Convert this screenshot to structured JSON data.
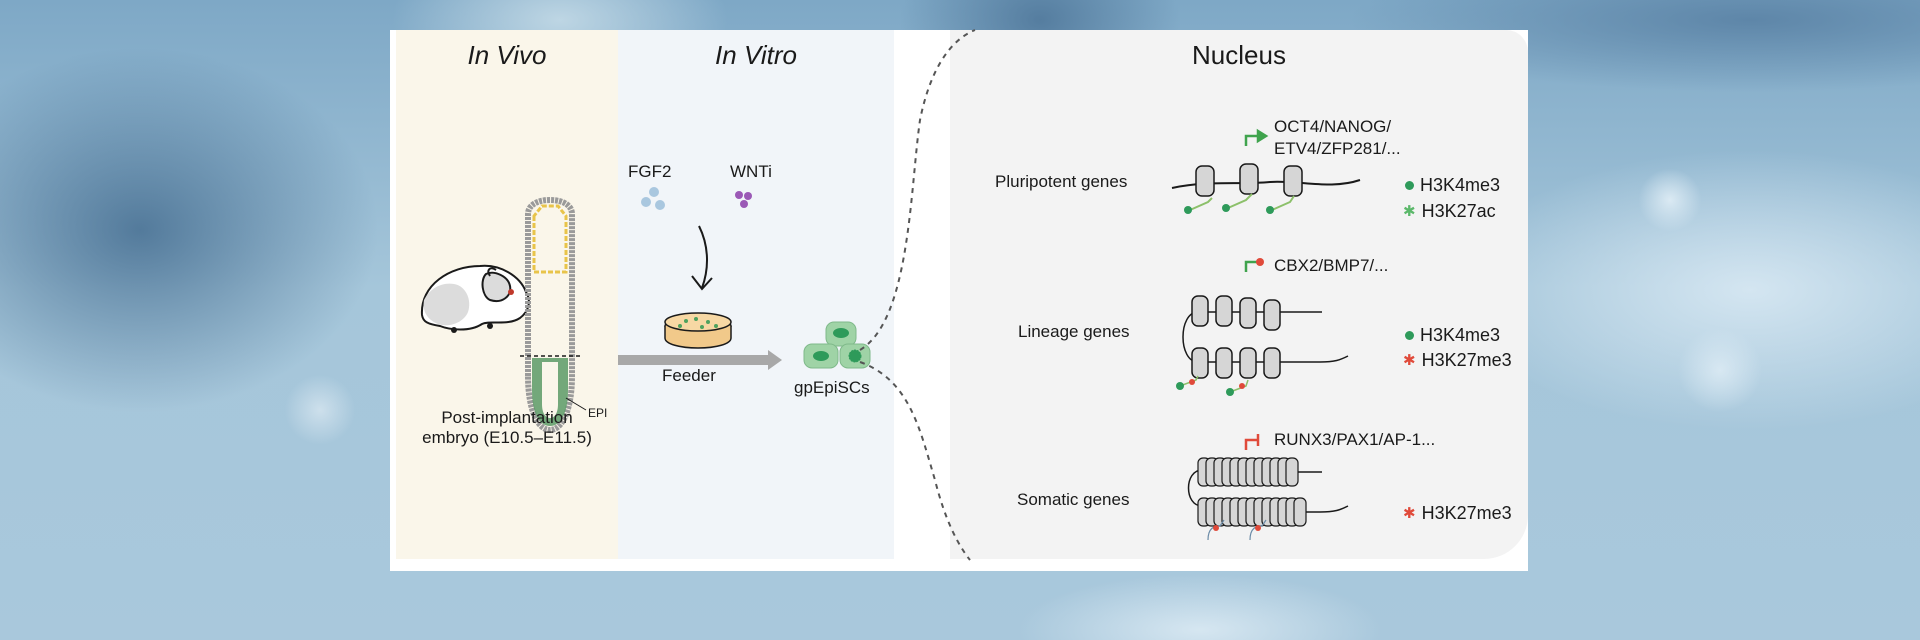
{
  "panels": {
    "in_vivo": {
      "title": "In Vivo",
      "embryo_label_line1": "Post-implantation",
      "embryo_label_line2": "embryo (E10.5–E11.5)",
      "epi_label": "EPI"
    },
    "in_vitro": {
      "title": "In Vitro",
      "factor_1": "FGF2",
      "factor_2": "WNTi",
      "feeder_label": "Feeder",
      "cells_label": "gpEpiSCs"
    },
    "nucleus": {
      "title": "Nucleus",
      "rows": [
        {
          "category": "Pluripotent genes",
          "genes_line1": "OCT4/NANOG/",
          "genes_line2": "ETV4/ZFP281/...",
          "state": "active",
          "marks": [
            {
              "symbol": "dot",
              "label": "H3K4me3",
              "color": "#2e9a5a"
            },
            {
              "symbol": "star",
              "label": "H3K27ac",
              "color": "#5bb86a"
            }
          ]
        },
        {
          "category": "Lineage genes",
          "genes_line1": "CBX2/BMP7/...",
          "state": "bivalent",
          "marks": [
            {
              "symbol": "dot",
              "label": "H3K4me3",
              "color": "#2e9a5a"
            },
            {
              "symbol": "star",
              "label": "H3K27me3",
              "color": "#e04a3a"
            }
          ]
        },
        {
          "category": "Somatic genes",
          "genes_line1": "RUNX3/PAX1/AP-1...",
          "state": "repressed",
          "marks": [
            {
              "symbol": "star",
              "label": "H3K27me3",
              "color": "#e04a3a"
            }
          ]
        }
      ]
    }
  },
  "colors": {
    "active": "#3fa34d",
    "repressed": "#e04a3a",
    "fgf2": "#a9c7df",
    "wnti": "#9b59b6",
    "cell_fill": "#9fd3a6",
    "nucleus_green": "#2e9a5a",
    "embryo_yellow": "#e8c44a",
    "dish": "#f1c98a"
  }
}
